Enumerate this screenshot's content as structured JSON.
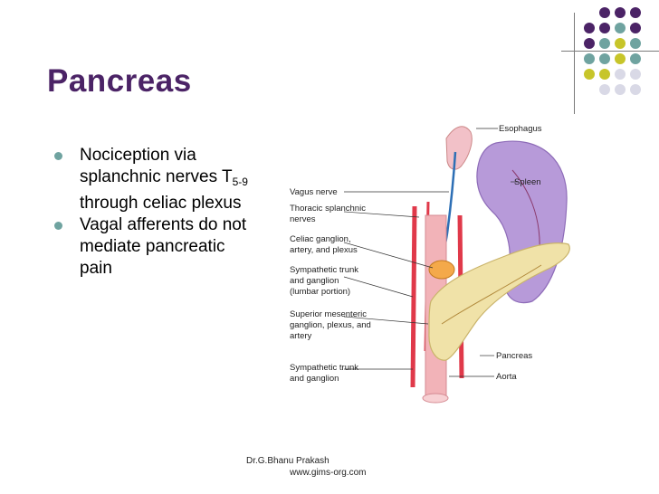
{
  "slide": {
    "title": "Pancreas",
    "bullets": [
      {
        "pre": "Nociception via splanchnic nerves T",
        "sub": "5-9",
        "post": " through celiac plexus"
      },
      {
        "pre": "Vagal afferents do not mediate pancreatic pain",
        "sub": "",
        "post": ""
      }
    ]
  },
  "figure": {
    "labels": {
      "esophagus": "Esophagus",
      "spleen": "Spleen",
      "vagus": "Vagus nerve",
      "thoracic_1": "Thoracic splanchnic",
      "thoracic_2": "nerves",
      "celiac_1": "Celiac ganglion,",
      "celiac_2": "artery, and plexus",
      "sympathetic_1": "Sympathetic trunk",
      "sympathetic_2": "and ganglion",
      "sympathetic_3": "(lumbar portion)",
      "superior_1": "Superior mesenteric",
      "superior_2": "ganglion, plexus, and",
      "superior_3": "artery",
      "pancreas": "Pancreas",
      "aorta": "Aorta",
      "sympathetic2_1": "Sympathetic trunk",
      "sympathetic2_2": "and ganglion"
    }
  },
  "footer": {
    "author": "Dr.G.Bhanu Prakash",
    "site": "www.gims-org.com"
  },
  "colors": {
    "title": "#4b2366",
    "bullet_marker": "#6fa3a0",
    "dot_purple": "#4b2366",
    "dot_teal": "#6fa3a0",
    "dot_yellow": "#c7c52a",
    "dot_light": "#d9d9e6",
    "spleen": "#b79ad9",
    "pancreas": "#f0e2a8",
    "nerve_red": "#e0394a",
    "aorta": "#f2b3b8"
  }
}
